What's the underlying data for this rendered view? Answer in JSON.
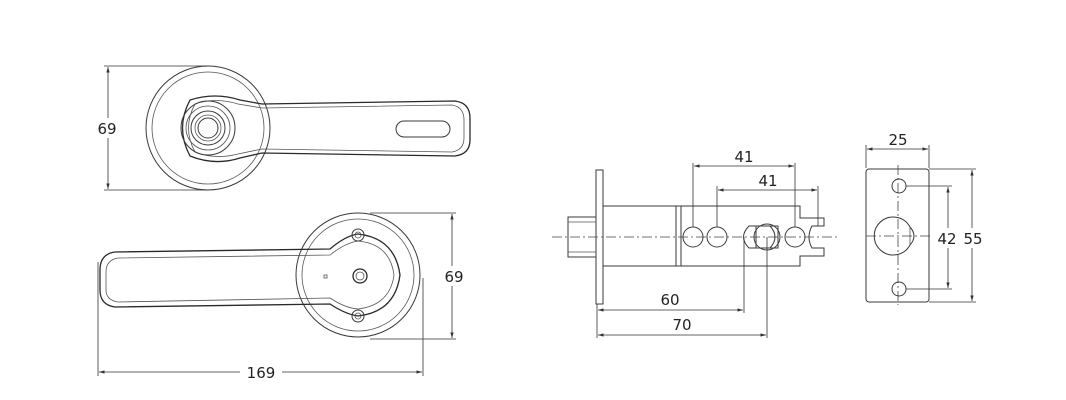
{
  "drawing": {
    "type": "technical-dimension-drawing",
    "subject": "door lever handle set with latch and strike plate",
    "units": "mm"
  },
  "views": {
    "lever_top": {
      "height_label": "69"
    },
    "lever_bottom": {
      "height_label": "69",
      "length_label": "169"
    },
    "latch": {
      "backset_short_label": "60",
      "backset_long_label": "70",
      "hole_spacing_1_label": "41",
      "hole_spacing_2_label": "41"
    },
    "strike_plate": {
      "width_label": "25",
      "hole_spacing_label": "42",
      "height_label": "55"
    }
  },
  "colors": {
    "line": "#3a3a3a",
    "background": "#ffffff"
  }
}
